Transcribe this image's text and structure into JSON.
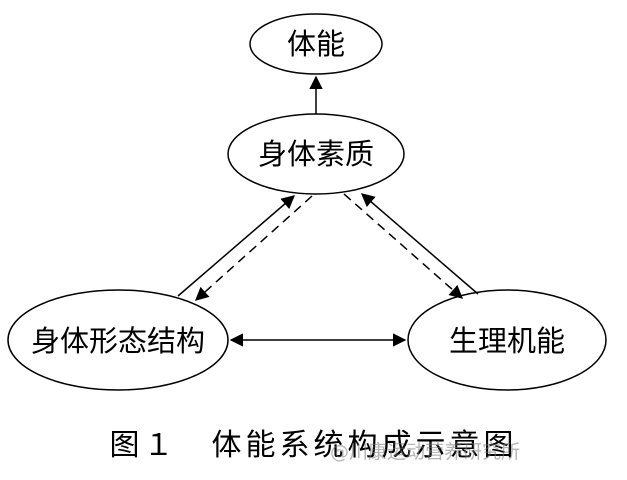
{
  "diagram": {
    "nodes": {
      "top": "体能",
      "middle": "身体素质",
      "left": "身体形态结构",
      "right": "生理机能"
    },
    "caption": "图１　体能系统构成示意图",
    "watermark": "@川康运动营养研究所"
  },
  "colors": {
    "line": "#000000",
    "background": "#ffffff"
  }
}
